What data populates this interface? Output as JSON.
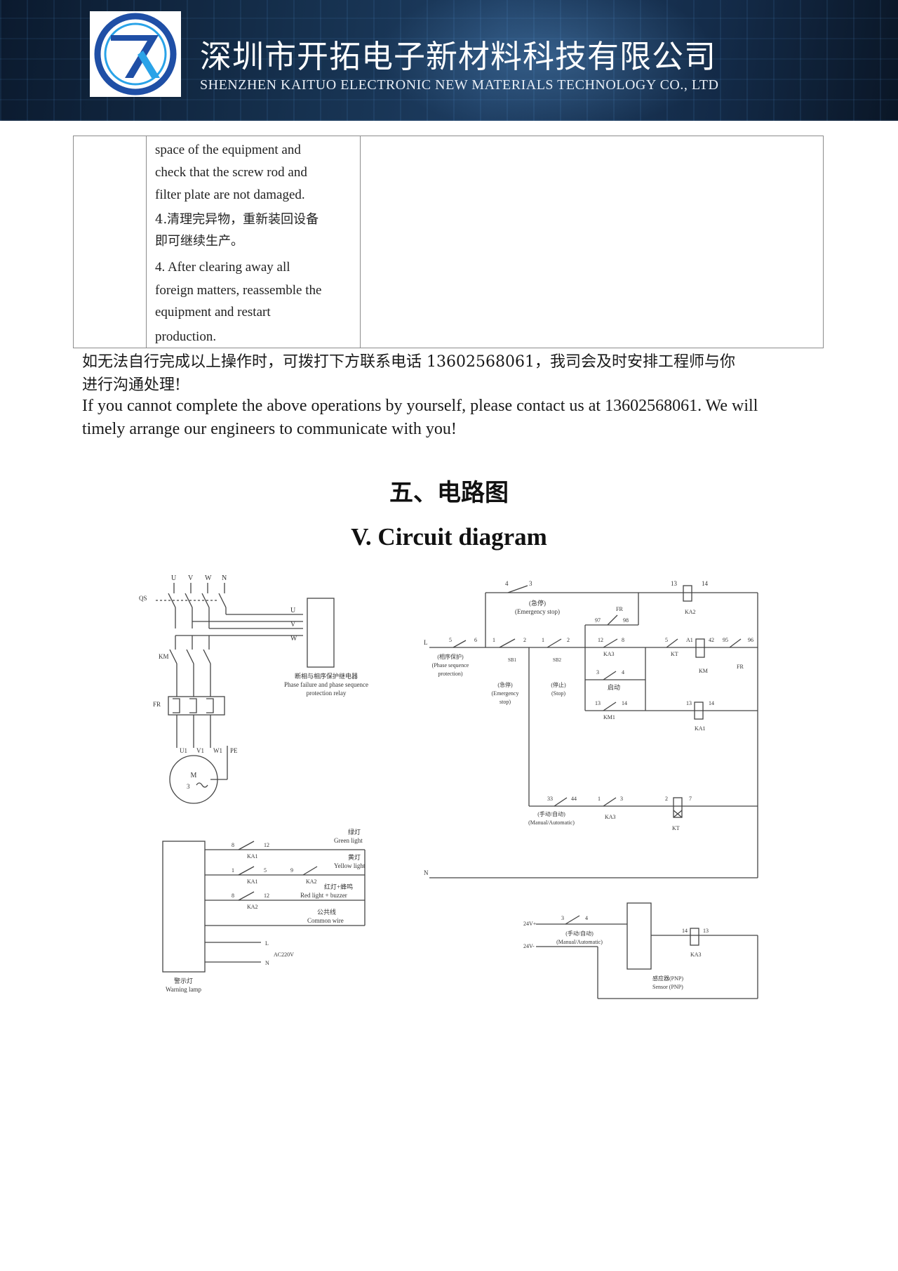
{
  "header": {
    "company_cn": "深圳市开拓电子新材料科技有限公司",
    "company_en": "SHENZHEN KAITUO ELECTRONIC NEW MATERIALS TECHNOLOGY CO., LTD",
    "logo_letters": "KT",
    "colors": {
      "banner": "#16314f",
      "logo_ring": "#1f4fa6",
      "logo_accent": "#2aa3e8"
    }
  },
  "table_fragment": {
    "lines": [
      "space of the equipment and",
      "check that the screw rod and",
      "filter plate are not damaged.",
      "4.清理完异物，重新装回设备",
      "即可继续生产。",
      "4. After clearing away all",
      "foreign matters, reassemble the",
      "equipment and restart",
      "production."
    ]
  },
  "contact": {
    "cn_line1": "如无法自行完成以上操作时，可拨打下方联系电话 13602568061，我司会及时安排工程师与你",
    "cn_line2": "进行沟通处理!",
    "en_line1": "If you cannot complete the above operations by yourself, please contact us at 13602568061. We will",
    "en_line2": "timely arrange our engineers to communicate with you!"
  },
  "section": {
    "title_cn": "五、电路图",
    "title_en": "V. Circuit diagram"
  },
  "diagram": {
    "terminals_top": [
      "U",
      "V",
      "W",
      "N"
    ],
    "qs": "QS",
    "km": "KM",
    "fr": "FR",
    "relay_terms": [
      "U",
      "V",
      "W"
    ],
    "relay_cn": "断相与相序保护继电器",
    "relay_en1": "Phase failure and phase sequence",
    "relay_en2": "protection relay",
    "motor_terms": [
      "U1",
      "V1",
      "W1",
      "PE"
    ],
    "motor_m": "M",
    "motor_3": "3",
    "estop_cn": "(急停)",
    "estop_en": "(Emergency stop)",
    "n4": "4",
    "n3": "3",
    "n13": "13",
    "n14": "14",
    "ka2": "KA2",
    "n97": "97",
    "n98": "98",
    "fr2": "FR",
    "l_label": "L",
    "n5": "5",
    "n6": "6",
    "phase_cn": "(相序保护)",
    "phase_en1": "(Phase sequence",
    "phase_en2": "protection)",
    "n1": "1",
    "n2": "2",
    "sb1": "SB1",
    "estop2_cn": "(急停)",
    "estop2_en1": "(Emergency",
    "estop2_en2": "stop)",
    "sb2": "SB2",
    "stop_cn": "(停止)",
    "stop_en": "(Stop)",
    "n12": "12",
    "n8": "8",
    "ka3": "KA3",
    "start_cn": "启动",
    "n3b": "3",
    "n4b": "4",
    "n13b": "13",
    "n14b": "14",
    "km1": "KM1",
    "kt": "KT",
    "n5b": "5",
    "a1": "A1",
    "n42": "42",
    "n95": "95",
    "n96": "96",
    "km_coil": "KM",
    "fr3": "FR",
    "ka1": "KA1",
    "n13c": "13",
    "n14c": "14",
    "n33": "33",
    "n44": "44",
    "manual_cn": "(手动/自动)",
    "manual_en": "(Manual/Automatic)",
    "n1b": "1",
    "n3c": "3",
    "ka3b": "KA3",
    "n2b": "2",
    "n7": "7",
    "kt2": "KT",
    "n_label": "N",
    "lamp_8": "8",
    "lamp_12": "12",
    "lamp_ka1": "KA1",
    "green_cn": "绿灯",
    "green_en": "Green light",
    "lamp_1": "1",
    "lamp_5": "5",
    "lamp_9": "9",
    "lamp_ka1b": "KA1",
    "lamp_ka2": "KA2",
    "yellow_cn": "黄灯",
    "yellow_en": "Yellow light",
    "lamp_8b": "8",
    "lamp_12b": "12",
    "lamp_ka2b": "KA2",
    "red_cn": "红灯+蜂鸣",
    "red_en": "Red light + buzzer",
    "common_cn": "公共线",
    "common_en": "Common wire",
    "lamp_l": "L",
    "lamp_n": "N",
    "ac220": "AC220V",
    "warn_cn": "警示灯",
    "warn_en": "Warning lamp",
    "v24p": "24V+",
    "v24m": "24V-",
    "s3": "3",
    "s4": "4",
    "s_manual_cn": "(手动/自动)",
    "s_manual_en": "(Manual/Automatic)",
    "s14": "14",
    "s13": "13",
    "ka3c": "KA3",
    "sensor_cn": "感应器(PNP)",
    "sensor_en": "Sensor (PNP)"
  }
}
